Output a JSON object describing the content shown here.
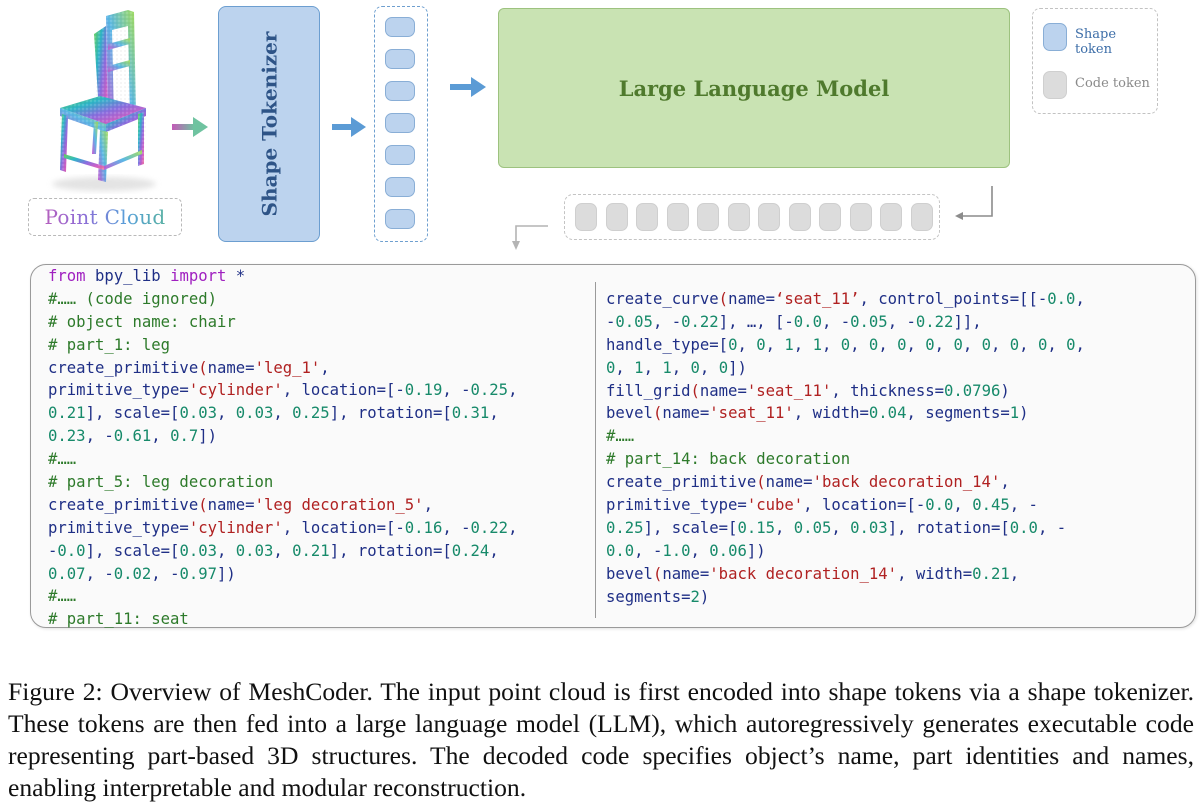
{
  "diagram": {
    "point_cloud_label": "Point Cloud",
    "tokenizer_label": "Shape Tokenizer",
    "llm_label": "Large Language Model",
    "shape_token_count": 7,
    "code_token_count": 12,
    "legend": {
      "shape_token": "Shape token",
      "code_token": "Code token"
    },
    "colors": {
      "tokenizer_fill": "#bcd3ee",
      "llm_fill": "#c9e3b3",
      "arrow": "#5b9bd5",
      "code_token_fill": "#dcdcdc"
    }
  },
  "code": {
    "left_lines": [
      [
        [
          "kw",
          "from "
        ],
        [
          "id",
          "bpy_lib "
        ],
        [
          "kw",
          "import"
        ],
        [
          "id",
          " *"
        ]
      ],
      [
        [
          "cm",
          "#…… (code ignored)"
        ]
      ],
      [
        [
          "cm",
          "# object name: chair"
        ]
      ],
      [
        [
          "cm",
          "# part_1: leg"
        ]
      ],
      [
        [
          "id",
          "create_primitive"
        ],
        [
          "st",
          "("
        ],
        [
          "id",
          "name="
        ],
        [
          "st",
          "'leg_1'"
        ],
        [
          "id",
          ","
        ]
      ],
      [
        [
          "id",
          "primitive_type="
        ],
        [
          "st",
          "'cylinder'"
        ],
        [
          "id",
          ", location=[-"
        ],
        [
          "nm",
          "0.19"
        ],
        [
          "id",
          ", -"
        ],
        [
          "nm",
          "0.25"
        ],
        [
          "id",
          ","
        ]
      ],
      [
        [
          "nm",
          "0.21"
        ],
        [
          "id",
          "], scale=["
        ],
        [
          "nm",
          "0.03"
        ],
        [
          "id",
          ", "
        ],
        [
          "nm",
          "0.03"
        ],
        [
          "id",
          ", "
        ],
        [
          "nm",
          "0.25"
        ],
        [
          "id",
          "], rotation=["
        ],
        [
          "nm",
          "0.31"
        ],
        [
          "id",
          ","
        ]
      ],
      [
        [
          "nm",
          "0.23"
        ],
        [
          "id",
          ", -"
        ],
        [
          "nm",
          "0.61"
        ],
        [
          "id",
          ", "
        ],
        [
          "nm",
          "0.7"
        ],
        [
          "id",
          "])"
        ]
      ],
      [
        [
          "cm",
          "#……"
        ]
      ],
      [
        [
          "cm",
          "# part_5: leg decoration"
        ]
      ],
      [
        [
          "id",
          "create_primitive"
        ],
        [
          "st",
          "("
        ],
        [
          "id",
          "name="
        ],
        [
          "st",
          "'leg decoration_5'"
        ],
        [
          "id",
          ","
        ]
      ],
      [
        [
          "id",
          "primitive_type="
        ],
        [
          "st",
          "'cylinder'"
        ],
        [
          "id",
          ", location=[-"
        ],
        [
          "nm",
          "0.16"
        ],
        [
          "id",
          ", -"
        ],
        [
          "nm",
          "0.22"
        ],
        [
          "id",
          ","
        ]
      ],
      [
        [
          "id",
          "-"
        ],
        [
          "nm",
          "0.0"
        ],
        [
          "id",
          "], scale=["
        ],
        [
          "nm",
          "0.03"
        ],
        [
          "id",
          ", "
        ],
        [
          "nm",
          "0.03"
        ],
        [
          "id",
          ", "
        ],
        [
          "nm",
          "0.21"
        ],
        [
          "id",
          "], rotation=["
        ],
        [
          "nm",
          "0.24"
        ],
        [
          "id",
          ","
        ]
      ],
      [
        [
          "nm",
          "0.07"
        ],
        [
          "id",
          ", -"
        ],
        [
          "nm",
          "0.02"
        ],
        [
          "id",
          ", -"
        ],
        [
          "nm",
          "0.97"
        ],
        [
          "id",
          "])"
        ]
      ],
      [
        [
          "cm",
          "#……"
        ]
      ],
      [
        [
          "cm",
          "# part_11: seat"
        ]
      ]
    ],
    "right_lines": [
      [
        [
          "id",
          "create_curve"
        ],
        [
          "st",
          "("
        ],
        [
          "id",
          "name="
        ],
        [
          "st",
          "‘seat_11’"
        ],
        [
          "id",
          ", control_points=[[-"
        ],
        [
          "nm",
          "0.0"
        ],
        [
          "id",
          ","
        ]
      ],
      [
        [
          "id",
          "-"
        ],
        [
          "nm",
          "0.05"
        ],
        [
          "id",
          ", -"
        ],
        [
          "nm",
          "0.22"
        ],
        [
          "id",
          "], …, [-"
        ],
        [
          "nm",
          "0.0"
        ],
        [
          "id",
          ", -"
        ],
        [
          "nm",
          "0.05"
        ],
        [
          "id",
          ", -"
        ],
        [
          "nm",
          "0.22"
        ],
        [
          "id",
          "]],"
        ]
      ],
      [
        [
          "id",
          "handle_type=["
        ],
        [
          "nm",
          "0"
        ],
        [
          "id",
          ", "
        ],
        [
          "nm",
          "0"
        ],
        [
          "id",
          ", "
        ],
        [
          "nm",
          "1"
        ],
        [
          "id",
          ", "
        ],
        [
          "nm",
          "1"
        ],
        [
          "id",
          ", "
        ],
        [
          "nm",
          "0"
        ],
        [
          "id",
          ", "
        ],
        [
          "nm",
          "0"
        ],
        [
          "id",
          ", "
        ],
        [
          "nm",
          "0"
        ],
        [
          "id",
          ", "
        ],
        [
          "nm",
          "0"
        ],
        [
          "id",
          ", "
        ],
        [
          "nm",
          "0"
        ],
        [
          "id",
          ", "
        ],
        [
          "nm",
          "0"
        ],
        [
          "id",
          ", "
        ],
        [
          "nm",
          "0"
        ],
        [
          "id",
          ", "
        ],
        [
          "nm",
          "0"
        ],
        [
          "id",
          ", "
        ],
        [
          "nm",
          "0"
        ],
        [
          "id",
          ","
        ]
      ],
      [
        [
          "nm",
          "0"
        ],
        [
          "id",
          ", "
        ],
        [
          "nm",
          "1"
        ],
        [
          "id",
          ", "
        ],
        [
          "nm",
          "1"
        ],
        [
          "id",
          ", "
        ],
        [
          "nm",
          "0"
        ],
        [
          "id",
          ", "
        ],
        [
          "nm",
          "0"
        ],
        [
          "id",
          "])"
        ]
      ],
      [
        [
          "id",
          "fill_grid"
        ],
        [
          "st",
          "("
        ],
        [
          "id",
          "name="
        ],
        [
          "st",
          "'seat_11'"
        ],
        [
          "id",
          ", thickness="
        ],
        [
          "nm",
          "0.0796"
        ],
        [
          "id",
          ")"
        ]
      ],
      [
        [
          "id",
          "bevel"
        ],
        [
          "st",
          "("
        ],
        [
          "id",
          "name="
        ],
        [
          "st",
          "'seat_11'"
        ],
        [
          "id",
          ", width="
        ],
        [
          "nm",
          "0.04"
        ],
        [
          "id",
          ", segments="
        ],
        [
          "nm",
          "1"
        ],
        [
          "id",
          ")"
        ]
      ],
      [
        [
          "cm",
          "#……"
        ]
      ],
      [
        [
          "cm",
          "# part_14: back decoration"
        ]
      ],
      [
        [
          "id",
          "create_primitive"
        ],
        [
          "st",
          "("
        ],
        [
          "id",
          "name="
        ],
        [
          "st",
          "'back decoration_14'"
        ],
        [
          "id",
          ","
        ]
      ],
      [
        [
          "id",
          "primitive_type="
        ],
        [
          "st",
          "'cube'"
        ],
        [
          "id",
          ", location=[-"
        ],
        [
          "nm",
          "0.0"
        ],
        [
          "id",
          ", "
        ],
        [
          "nm",
          "0.45"
        ],
        [
          "id",
          ", -"
        ]
      ],
      [
        [
          "nm",
          "0.25"
        ],
        [
          "id",
          "], scale=["
        ],
        [
          "nm",
          "0.15"
        ],
        [
          "id",
          ", "
        ],
        [
          "nm",
          "0.05"
        ],
        [
          "id",
          ", "
        ],
        [
          "nm",
          "0.03"
        ],
        [
          "id",
          "], rotation=["
        ],
        [
          "nm",
          "0.0"
        ],
        [
          "id",
          ", -"
        ]
      ],
      [
        [
          "nm",
          "0.0"
        ],
        [
          "id",
          ", -"
        ],
        [
          "nm",
          "1.0"
        ],
        [
          "id",
          ", "
        ],
        [
          "nm",
          "0.06"
        ],
        [
          "id",
          "])"
        ]
      ],
      [
        [
          "id",
          "bevel"
        ],
        [
          "st",
          "("
        ],
        [
          "id",
          "name="
        ],
        [
          "st",
          "'back decoration_14'"
        ],
        [
          "id",
          ", width="
        ],
        [
          "nm",
          "0.21"
        ],
        [
          "id",
          ","
        ]
      ],
      [
        [
          "id",
          "segments="
        ],
        [
          "nm",
          "2"
        ],
        [
          "id",
          ")"
        ]
      ]
    ]
  },
  "caption": "Figure 2: Overview of MeshCoder. The input point cloud is first encoded into shape tokens via a shape tokenizer. These tokens are then fed into a large language model (LLM), which autoregressively generates executable code representing part-based 3D structures. The decoded code specifies object’s name, part identities and names, enabling interpretable and modular reconstruction."
}
